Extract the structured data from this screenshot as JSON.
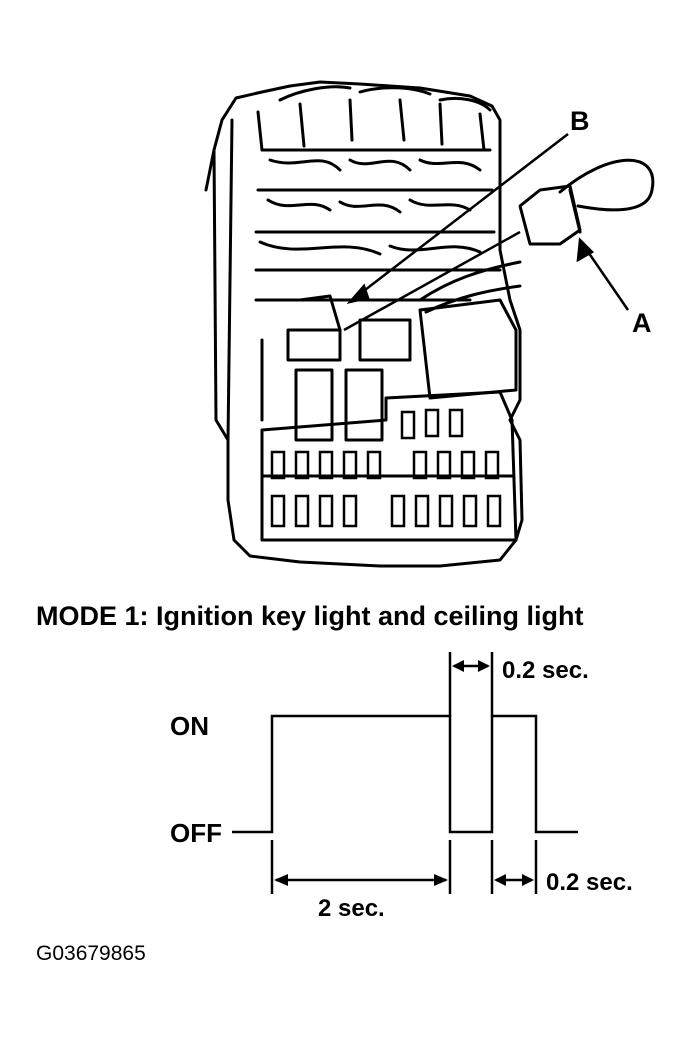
{
  "diagram": {
    "callout_b": "B",
    "callout_a": "A",
    "mode_title": "MODE 1: Ignition key light and ceiling light",
    "state_on": "ON",
    "state_off": "OFF",
    "pulse_time_top": "0.2 sec.",
    "pulse_time_right": "0.2 sec.",
    "initial_on_time": "2 sec.",
    "figure_id": "G03679865"
  }
}
